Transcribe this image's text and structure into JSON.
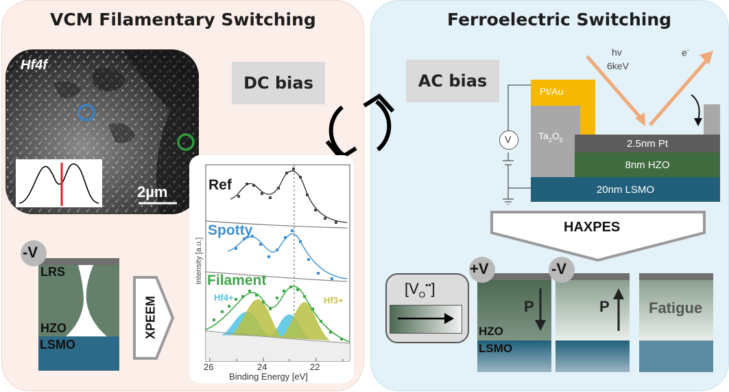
{
  "left_title": "VCM Filamentary Switching",
  "right_title": "Ferroelectric Switching",
  "dc_bias": "DC bias",
  "ac_bias": "AC bias",
  "xpeem": {
    "label": "Hf4f",
    "scale": "2µm"
  },
  "vcm_device": {
    "voltage": "-V",
    "lrs": "LRS",
    "hzo": "HZO",
    "lsmo": "LSMO",
    "method": "XPEEM"
  },
  "spectra": {
    "ref": "Ref",
    "spotty": "Spotty",
    "filament": "Filament",
    "hf4": "Hf4+",
    "hf3": "Hf3+",
    "ylabel": "Intensity [a.u.]",
    "xlabel": "Binding Energy [eV]",
    "xticks": [
      "26",
      "24",
      "22"
    ],
    "colors": {
      "ref": "#1a1a1a",
      "spotty": "#3d8fd1",
      "filament": "#3ea84a",
      "hf4": "#4cc3e0",
      "hf3": "#c9c14a"
    }
  },
  "fe_stack": {
    "hv": "hv",
    "energy": "6keV",
    "electron": "e",
    "electron_sup": "-",
    "top_contact": "Pt/Au",
    "ta2o5": "Ta",
    "ta2o5_sub1": "2",
    "ta2o5_mid": "O",
    "ta2o5_sub2": "5",
    "voltmeter": "V",
    "pt": "2.5nm Pt",
    "hzo": "8nm HZO",
    "lsmo": "20nm LSMO"
  },
  "haxpes": "HAXPES",
  "vacancy": {
    "v": "[V",
    "sub": "O",
    "sup": "••",
    "close": "]"
  },
  "fe_states": {
    "plus_v": "+V",
    "minus_v": "-V",
    "p1": "P",
    "p2": "P",
    "fatigue": "Fatigue",
    "hzo": "HZO",
    "lsmo": "LSMO"
  }
}
